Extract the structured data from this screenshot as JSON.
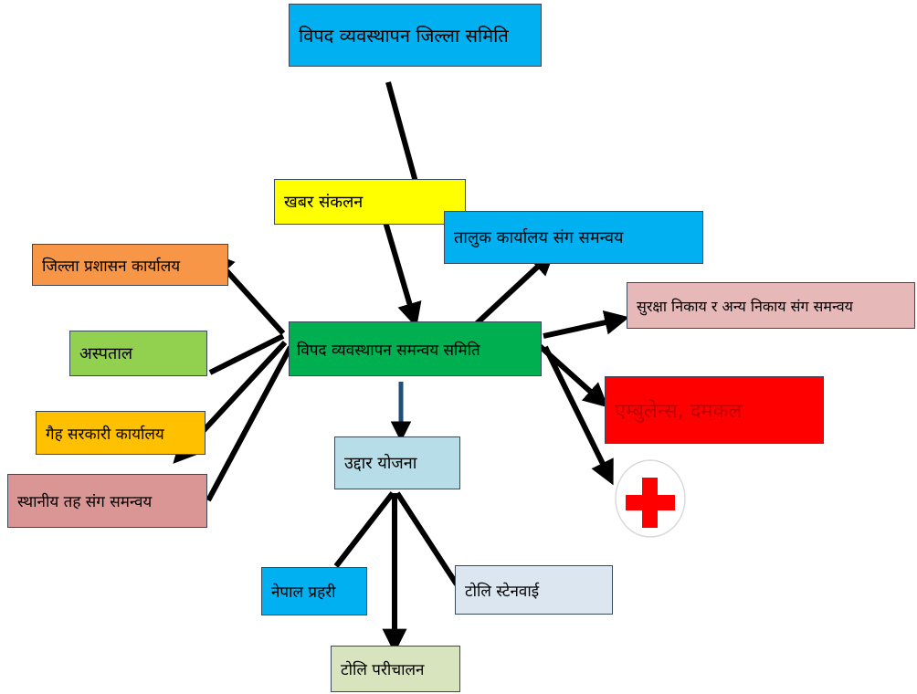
{
  "nodes": {
    "district_committee": {
      "label": "विपद व्यवस्थापन जिल्ला समिति",
      "color": "#00b0f0"
    },
    "news_collection": {
      "label": "खबर संकलन",
      "color": "#ffff00"
    },
    "taluk_office": {
      "label": "तालुक कार्यालय संग समन्वय",
      "color": "#00b0f0"
    },
    "district_admin": {
      "label": "जिल्ला प्रशासन कार्यालय",
      "color": "#f79646"
    },
    "coordination_committee": {
      "label": "विपद व्यवस्थापन समन्वय समिति",
      "color": "#00b050"
    },
    "security_bodies": {
      "label": "सुरक्षा निकाय र अन्य निकाय संग समन्वय",
      "color": "#e6b9b8"
    },
    "hospital": {
      "label": "अस्पताल",
      "color": "#92d050"
    },
    "ambulance": {
      "label": "एम्बुलेन्स, दमकल",
      "color": "#ff0000"
    },
    "ngo_office": {
      "label": "गैह सरकारी कार्यालय",
      "color": "#ffc000"
    },
    "local_level": {
      "label": "स्थानीय तह संग समन्वय",
      "color": "#d99694"
    },
    "rescue_plan": {
      "label": "उद्दार योजना",
      "color": "#b7dee8"
    },
    "nepal_police": {
      "label": "नेपाल प्रहरी",
      "color": "#00b0f0"
    },
    "team_standby": {
      "label": "टोलि स्टेनवाई",
      "color": "#dce6f1"
    },
    "team_operation": {
      "label": "टोलि परीचालन",
      "color": "#d7e4bd"
    }
  },
  "red_cross": {
    "color": "#ff0000"
  }
}
